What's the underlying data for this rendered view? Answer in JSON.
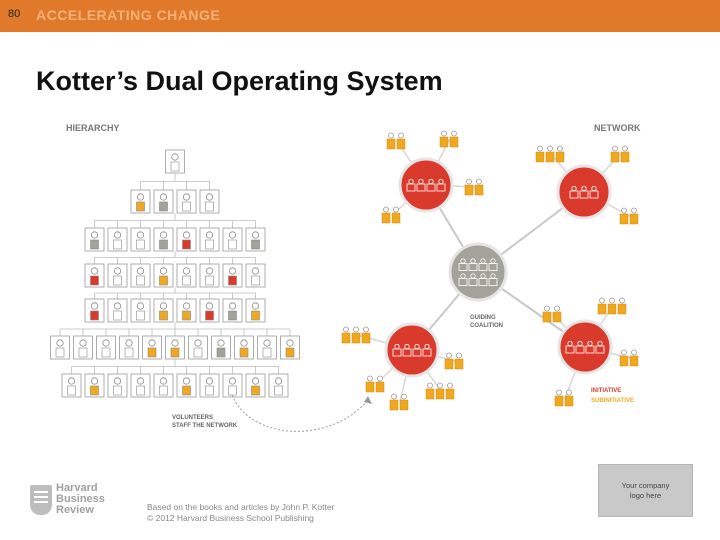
{
  "header": {
    "page_number": "80",
    "section_title": "ACCELERATING CHANGE"
  },
  "slide": {
    "title": "Kotter’s Dual Operating System"
  },
  "diagram": {
    "hierarchy_label": "HIERARCHY",
    "network_label": "NETWORK",
    "volunteers_label_1": "VOLUNTEERS",
    "volunteers_label_2": "STAFF THE NETWORK",
    "guiding_label_1": "GUIDING",
    "guiding_label_2": "COALITION",
    "initiative_label": "INITIATIVE",
    "subinitiative_label": "SUBINITIATIVE",
    "colors": {
      "orange": "#f0a81e",
      "red": "#d93a2b",
      "gray": "#a3a39a",
      "accent_bar": "#e07a2a"
    }
  },
  "footer": {
    "hbr_line1": "Harvard",
    "hbr_line2": "Business",
    "hbr_line3": "Review",
    "credit_line1": "Based on the books and articles by John P. Kotter",
    "credit_line2": "© 2012 Harvard Business School Publishing",
    "logo_line1": "Your company",
    "logo_line2": "logo here"
  }
}
